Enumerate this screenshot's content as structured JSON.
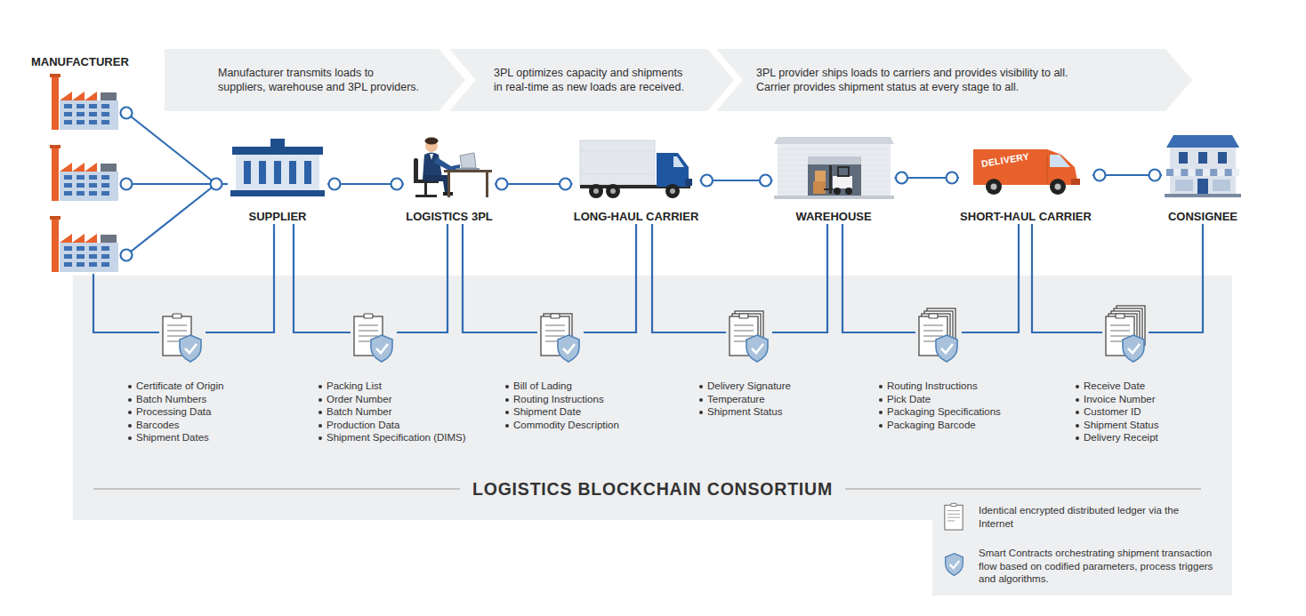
{
  "diagram": {
    "nodes": [
      {
        "text": [
          "MANUFACTURER"
        ]
      },
      {
        "text": [
          "Manufacturer transmits loads to suppliers, warehouse and 3PL providers."
        ]
      },
      {
        "text": [
          "3PL optimizes capacity and shipments in real-time as new loads are received."
        ]
      },
      {
        "text": [
          "3PL provider ships loads to carriers and provides visibility to all.",
          "Carrier provides shipment status at every stage to all."
        ]
      },
      {
        "text": [
          "SUPPLIER"
        ]
      },
      {
        "text": [
          "LOGISTICS 3PL"
        ]
      },
      {
        "text": [
          "LONG-HAUL CARRIER"
        ]
      },
      {
        "text": [
          "WAREHOUSE"
        ]
      },
      {
        "text": [
          "SHORT-HAUL CARRIER"
        ]
      },
      {
        "text": [
          "CONSIGNEE"
        ]
      },
      {
        "text": [
          "LOGISTICS BLOCKCHAIN CONSORTIUM"
        ]
      },
      {
        "text": [
          "Certificate of Origin",
          "Batch Numbers",
          "Processing Data",
          "Barcodes",
          "Shipment Dates"
        ],
        "in": 10
      },
      {
        "text": [
          "Packing List",
          "Order Number",
          "Batch Number",
          "Production Data",
          "Shipment Specification (DIMS)"
        ],
        "in": 10
      },
      {
        "text": [
          "Bill of Lading",
          "Routing Instructions",
          "Shipment Date",
          "Commodity Description"
        ],
        "in": 10
      },
      {
        "text": [
          "Delivery Signature",
          "Temperature",
          "Shipment Status"
        ],
        "in": 10
      },
      {
        "text": [
          "Routing Instructions",
          "Pick Date",
          "Packaging Specifications",
          "Packaging Barcode"
        ],
        "in": 10
      },
      {
        "text": [
          "Receive Date",
          "Invoice Number",
          "Customer ID",
          "Shipment Status",
          "Delivery Receipt"
        ],
        "in": 10
      }
    ],
    "edges": [
      {
        "from": 0,
        "to": 4,
        "arrow": "none"
      },
      {
        "from": 4,
        "to": 5,
        "arrow": "none"
      },
      {
        "from": 5,
        "to": 6,
        "arrow": "none"
      },
      {
        "from": 6,
        "to": 7,
        "arrow": "none"
      },
      {
        "from": 7,
        "to": 8,
        "arrow": "none"
      },
      {
        "from": 8,
        "to": 9,
        "arrow": "none"
      },
      {
        "from": 0,
        "to": 11,
        "arrow": "none"
      },
      {
        "from": 4,
        "to": 11,
        "arrow": "none"
      },
      {
        "from": 4,
        "to": 12,
        "arrow": "none"
      },
      {
        "from": 5,
        "to": 12,
        "arrow": "none"
      },
      {
        "from": 5,
        "to": 13,
        "arrow": "none"
      },
      {
        "from": 6,
        "to": 13,
        "arrow": "none"
      },
      {
        "from": 6,
        "to": 14,
        "arrow": "none"
      },
      {
        "from": 7,
        "to": 14,
        "arrow": "none"
      },
      {
        "from": 7,
        "to": 15,
        "arrow": "none"
      },
      {
        "from": 8,
        "to": 15,
        "arrow": "none"
      },
      {
        "from": 8,
        "to": 16,
        "arrow": "none"
      },
      {
        "from": 9,
        "to": 16,
        "arrow": "none"
      }
    ],
    "labels": [
      "DELIVERY"
    ],
    "legend": [
      {
        "text": "Identical encrypted distributed ledger via the Internet"
      },
      {
        "text": "Smart Contracts orchestrating shipment transaction flow based on codified parameters, process triggers and algorithms."
      }
    ]
  }
}
